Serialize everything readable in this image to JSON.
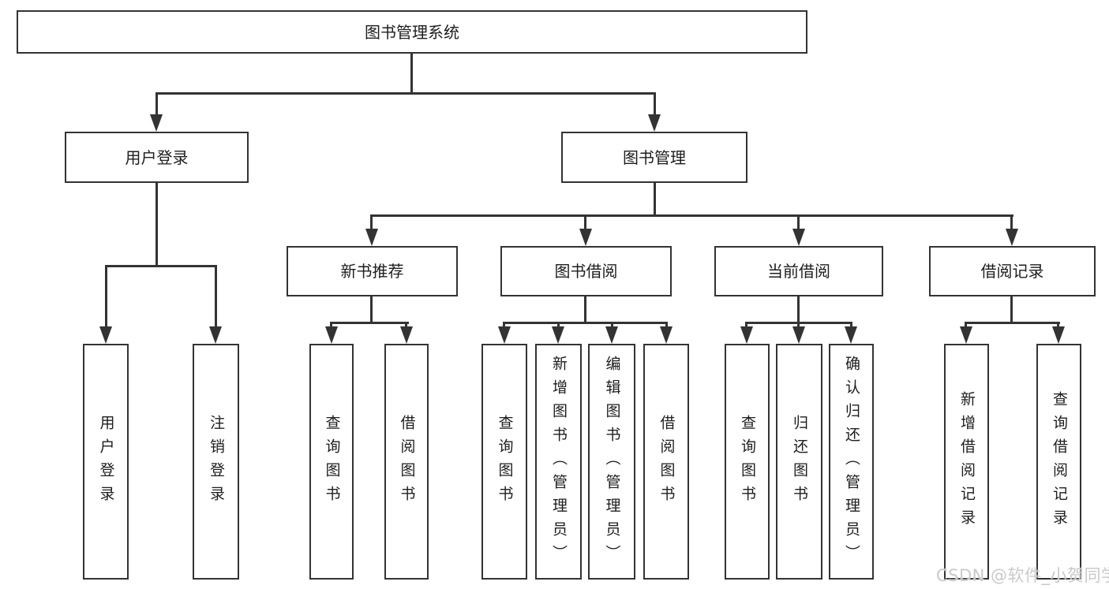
{
  "tree": {
    "label": "图书管理系统",
    "children": [
      {
        "label": "用户登录",
        "children": [
          {
            "label": "用户登录"
          },
          {
            "label": "注销登录"
          }
        ]
      },
      {
        "label": "图书管理",
        "children": [
          {
            "label": "新书推荐",
            "children": [
              {
                "label": "查询图书"
              },
              {
                "label": "借阅图书"
              }
            ]
          },
          {
            "label": "图书借阅",
            "children": [
              {
                "label": "查询图书"
              },
              {
                "label": "新增图书（管理员）"
              },
              {
                "label": "编辑图书（管理员）"
              },
              {
                "label": "借阅图书"
              }
            ]
          },
          {
            "label": "当前借阅",
            "children": [
              {
                "label": "查询图书"
              },
              {
                "label": "归还图书"
              },
              {
                "label": "确认归还（管理员）"
              }
            ]
          },
          {
            "label": "借阅记录",
            "children": [
              {
                "label": "新增借阅记录"
              },
              {
                "label": "查询借阅记录"
              }
            ]
          }
        ]
      }
    ]
  },
  "watermark": {
    "text": "CSDN @软件_小贺同学"
  },
  "colors": {
    "line": "#333333",
    "text": "#1d1d1d",
    "background": "#ffffff",
    "watermark": "#c9c9c9"
  }
}
